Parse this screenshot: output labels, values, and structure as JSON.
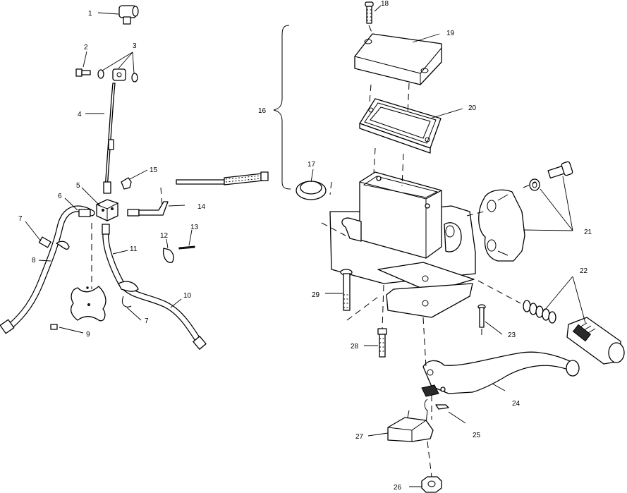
{
  "diagram": {
    "callouts": [
      "1",
      "2",
      "3",
      "4",
      "5",
      "6",
      "7",
      "8",
      "9",
      "10",
      "11",
      "12",
      "13",
      "14",
      "15",
      "16",
      "17",
      "18",
      "19",
      "20",
      "21",
      "22",
      "23",
      "24",
      "25",
      "26",
      "27",
      "28",
      "29",
      "7"
    ]
  }
}
